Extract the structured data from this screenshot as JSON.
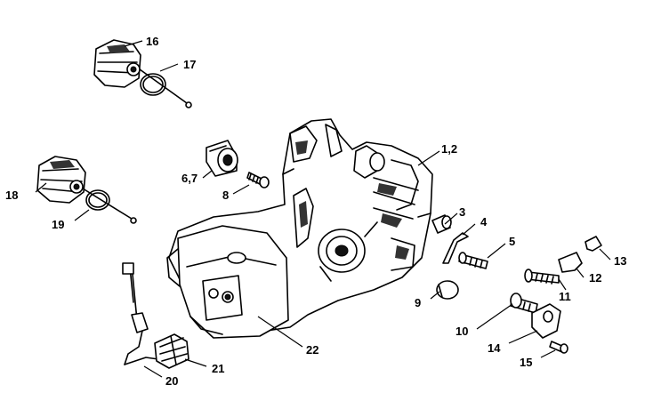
{
  "callouts": [
    {
      "id": "p16",
      "label": "16"
    },
    {
      "id": "p17",
      "label": "17"
    },
    {
      "id": "p18",
      "label": "18"
    },
    {
      "id": "p19",
      "label": "19"
    },
    {
      "id": "p67",
      "label": "6,7"
    },
    {
      "id": "p8",
      "label": "8"
    },
    {
      "id": "p12a",
      "label": "1,2"
    },
    {
      "id": "p3",
      "label": "3"
    },
    {
      "id": "p4",
      "label": "4"
    },
    {
      "id": "p5",
      "label": "5"
    },
    {
      "id": "p9",
      "label": "9"
    },
    {
      "id": "p10",
      "label": "10"
    },
    {
      "id": "p11",
      "label": "11"
    },
    {
      "id": "p12",
      "label": "12"
    },
    {
      "id": "p13",
      "label": "13"
    },
    {
      "id": "p14",
      "label": "14"
    },
    {
      "id": "p15",
      "label": "15"
    },
    {
      "id": "p20",
      "label": "20"
    },
    {
      "id": "p21",
      "label": "21"
    },
    {
      "id": "p22",
      "label": "22"
    }
  ]
}
